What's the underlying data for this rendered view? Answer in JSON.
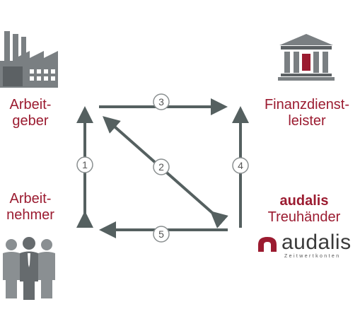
{
  "nodes": {
    "employer": {
      "line1": "Arbeit-",
      "line2": "geber"
    },
    "employee": {
      "line1": "Arbeit-",
      "line2": "nehmer"
    },
    "financial_provider": {
      "line1": "Finanzdienst-",
      "line2": "leister"
    },
    "trustee": {
      "line1": "audalis",
      "line2": "Treuhänder"
    }
  },
  "arrows": [
    {
      "number": "1",
      "from": "employee",
      "to": "employer",
      "bidirectional": true
    },
    {
      "number": "2",
      "from": "trustee",
      "to": "employer",
      "bidirectional": true
    },
    {
      "number": "3",
      "from": "employer",
      "to": "financial_provider",
      "bidirectional": false
    },
    {
      "number": "4",
      "from": "trustee",
      "to": "financial_provider",
      "bidirectional": false
    },
    {
      "number": "5",
      "from": "trustee",
      "to": "employee",
      "bidirectional": false
    }
  ],
  "logo": {
    "word": "audalis",
    "tagline": "Zeitwertkonten"
  },
  "colors": {
    "accent": "#9b1b30",
    "arrow": "#556060",
    "icon": "#7a7f82",
    "badge_border": "#8a8f90"
  },
  "icons": [
    "factory-icon",
    "bank-building-icon",
    "people-group-icon",
    "audalis-logo-mark"
  ]
}
